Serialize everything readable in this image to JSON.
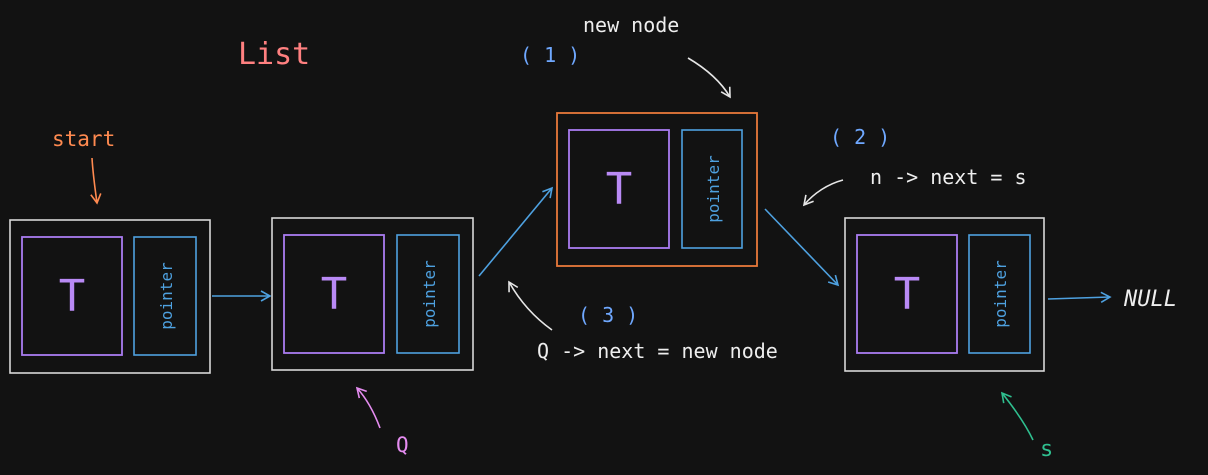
{
  "title": "List",
  "labels": {
    "start": "start",
    "new_node": "new node",
    "step1": "( 1 )",
    "step2": "( 2 )",
    "step3": "( 3 )",
    "step2_text": "n -> next = s",
    "step3_text": "Q -> next = new node",
    "q": "Q",
    "s": "s",
    "null": "NULL"
  },
  "nodes": [
    {
      "data": "T",
      "pointer": "pointer"
    },
    {
      "data": "T",
      "pointer": "pointer"
    },
    {
      "data": "T",
      "pointer": "pointer"
    },
    {
      "data": "T",
      "pointer": "pointer"
    }
  ],
  "colors": {
    "background": "#121212",
    "title": "#ff8080",
    "start": "#ff8a50",
    "step_number": "#6fa8ff",
    "q": "#e58cf0",
    "s": "#2fbf8f",
    "data_box": "#a97cf0",
    "pointer_box": "#4ea1e0",
    "new_node_border": "#e8783a",
    "node_border": "#d8d8d8",
    "arrow": "#4ea1e0",
    "text": "#eeeeee"
  }
}
